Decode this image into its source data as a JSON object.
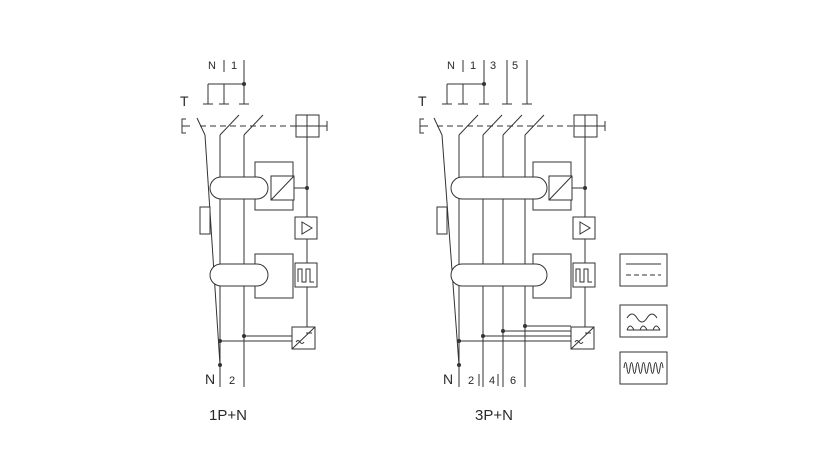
{
  "diagram_1p_n": {
    "caption": "1P+N",
    "top_labels": [
      "N",
      "1"
    ],
    "bottom_labels": [
      "N",
      "2"
    ],
    "test_label": "T"
  },
  "diagram_3p_n": {
    "caption": "3P+N",
    "top_labels": [
      "N",
      "1",
      "3",
      "5"
    ],
    "bottom_labels": [
      "N",
      "2",
      "4",
      "6"
    ],
    "test_label": "T"
  },
  "legend": {
    "items": [
      "dc-type-symbol-icon",
      "ac-pulsating-type-symbol-icon",
      "high-frequency-type-symbol-icon"
    ]
  }
}
